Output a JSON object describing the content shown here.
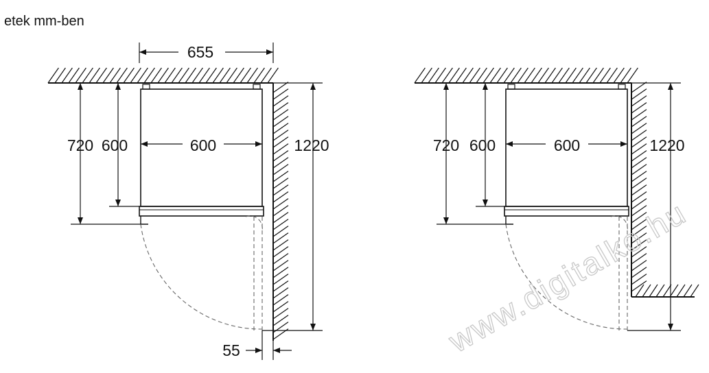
{
  "header": {
    "note": "etek mm-ben"
  },
  "left_drawing": {
    "depth_total": "655",
    "height_outer": "720",
    "height_inner": "600",
    "width": "600",
    "door_swing_length": "1220",
    "wall_gap": "55"
  },
  "right_drawing": {
    "height_outer": "720",
    "height_inner": "600",
    "width": "600",
    "door_swing_length": "1220"
  },
  "watermark": {
    "text": "www.digitalko.hu"
  }
}
